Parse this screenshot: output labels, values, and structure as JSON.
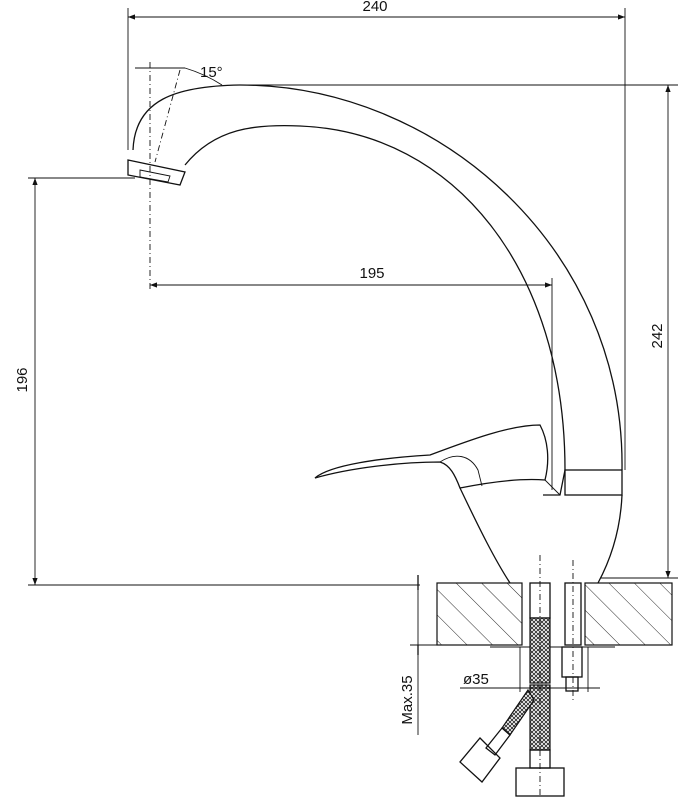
{
  "drawing": {
    "dimensions": {
      "overall_width": "240",
      "spout_angle": "15°",
      "spout_reach": "195",
      "spout_height": "196",
      "overall_height": "242",
      "max_counter_thickness": "Max.35",
      "hole_diameter": "ø35"
    },
    "line_color": "#111111",
    "background": "#ffffff"
  }
}
